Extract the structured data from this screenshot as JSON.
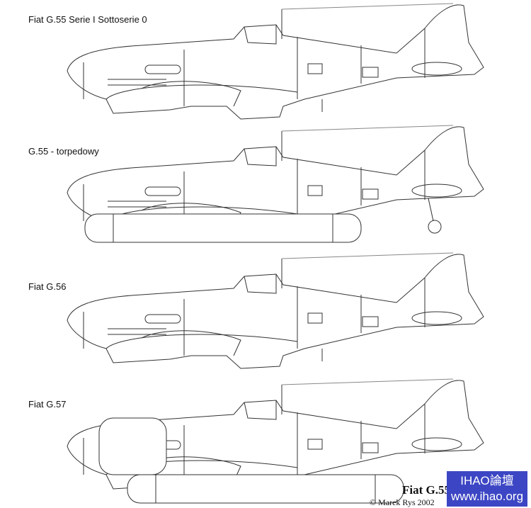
{
  "variants": [
    {
      "label": "Fiat G.55 Serie I Sottoserie 0"
    },
    {
      "label": "G.55 - torpedowy"
    },
    {
      "label": "Fiat G.56"
    },
    {
      "label": "Fiat G.57"
    }
  ],
  "sheet_title": "Fiat G.55",
  "credit": "© Marek Rys 2002",
  "watermark": {
    "line1": "IHAO論壇",
    "line2": "www.ihao.org",
    "color": "#3c46c4"
  }
}
